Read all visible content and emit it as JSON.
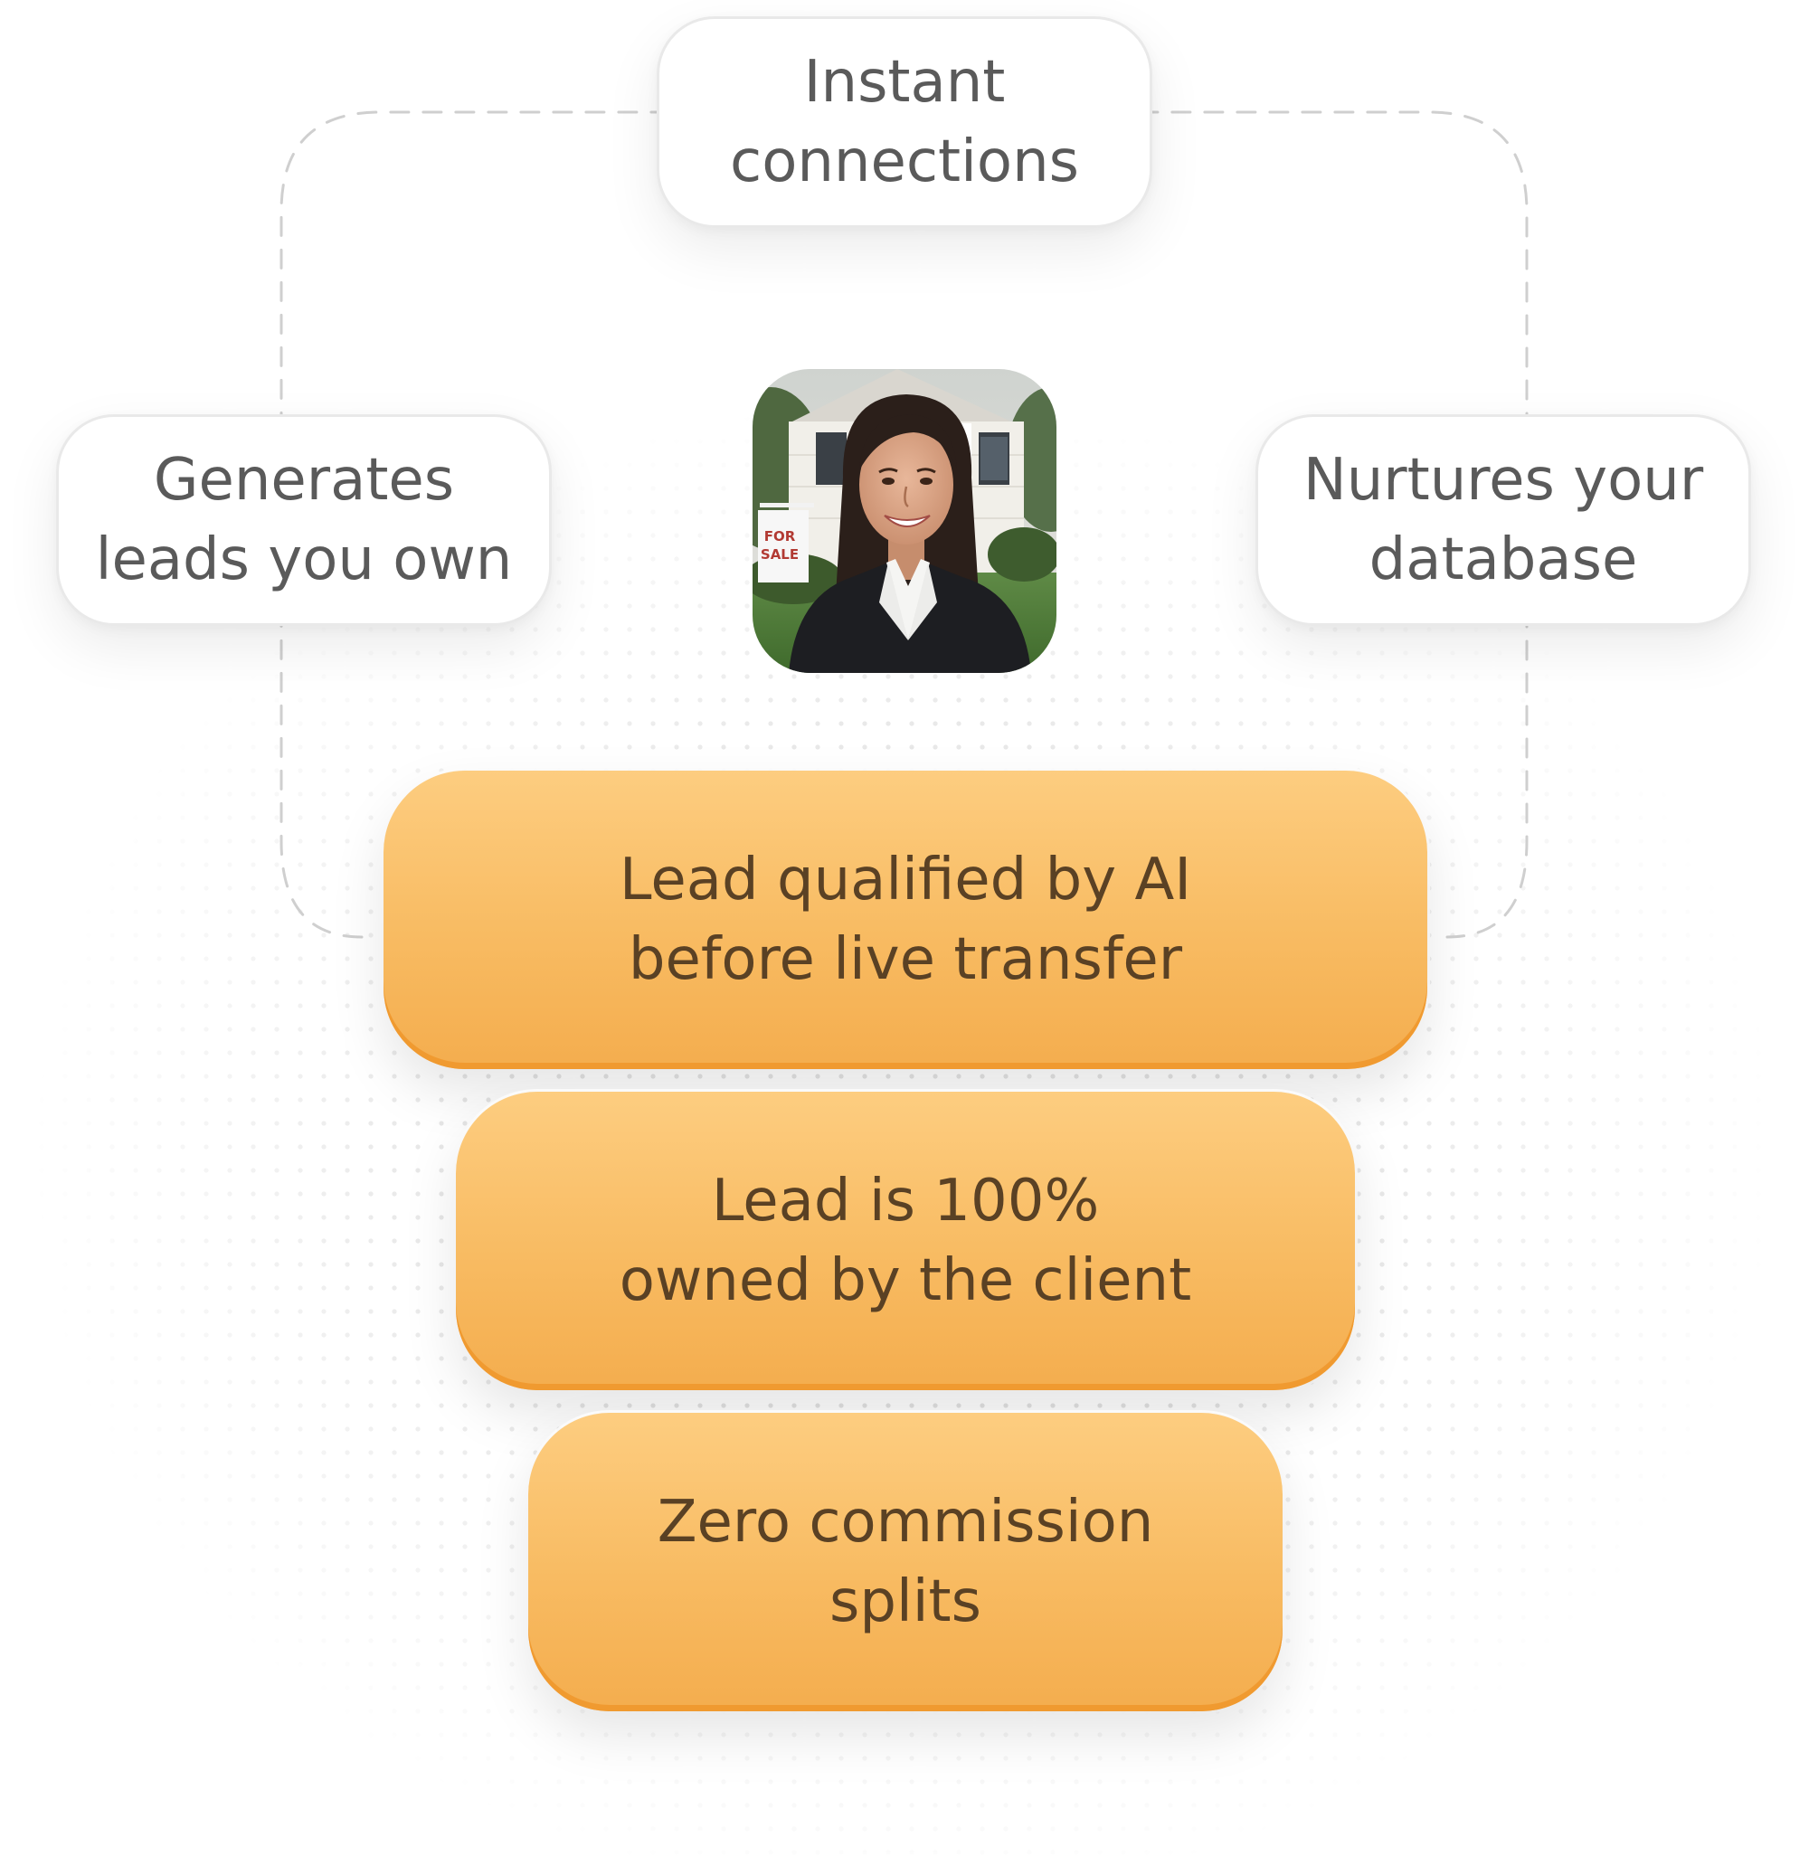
{
  "top_pill": {
    "lines": [
      "Instant",
      "connections"
    ]
  },
  "left_pill": {
    "lines": [
      "Generates",
      "leads you own"
    ]
  },
  "right_pill": {
    "lines": [
      "Nurtures your",
      "database"
    ]
  },
  "cards": [
    {
      "lines": [
        "Lead qualified by AI",
        "before live transfer"
      ]
    },
    {
      "lines": [
        "Lead is 100%",
        "owned by the client"
      ]
    },
    {
      "lines": [
        "Zero commission",
        "splits"
      ]
    }
  ],
  "colors": {
    "card_top": "#fdcd80",
    "card_bottom": "#f4ad4e",
    "card_text": "#5a4124",
    "pill_text": "#5a5a5a",
    "connector": "#cfcfcf"
  },
  "sign_text": {
    "line1": "FOR",
    "line2": "SALE"
  }
}
